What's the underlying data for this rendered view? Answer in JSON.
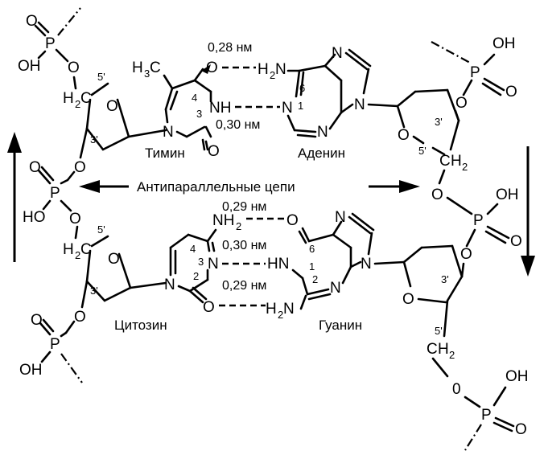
{
  "labels": {
    "middle": "Антипараллельные цепи",
    "thymine": "Тимин",
    "adenine": "Аденин",
    "cytosine": "Цитозин",
    "guanine": "Гуанин"
  },
  "distances": {
    "ta_o_nh2": "0,28 нм",
    "ta_nh_n": "0,30 нм",
    "cg_nh2_o": "0,29 нм",
    "cg_n_hn": "0,30 нм",
    "cg_o_h2n": "0,29 нм"
  },
  "atoms": {
    "O": "O",
    "P": "P",
    "OH": "OH",
    "HO": "HO",
    "N": "N",
    "NH": "NH",
    "HN": "HN",
    "H": "H",
    "C": "C",
    "digit_zero": "0",
    "H2_sub": "2",
    "H3_sub": "3",
    "NH2_N": "NH",
    "H2N_H": "H"
  },
  "primes": {
    "five": "5'",
    "three": "3'"
  },
  "ring_numbers": {
    "one": "1",
    "two": "2",
    "three": "3",
    "four": "4",
    "six": "6"
  }
}
